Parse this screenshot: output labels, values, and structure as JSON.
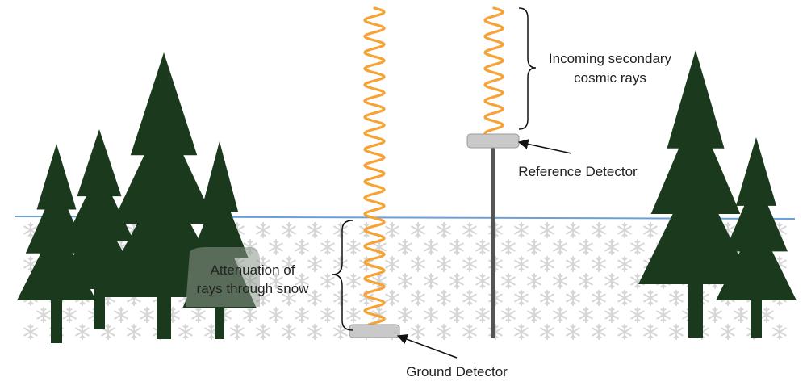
{
  "labels": {
    "incoming_line1": "Incoming secondary",
    "incoming_line2": "cosmic rays",
    "reference_detector": "Reference Detector",
    "attenuation_line1": "Attenuation of",
    "attenuation_line2": "rays through snow",
    "ground_detector": "Ground Detector"
  },
  "colors": {
    "tree": "#1b3a1d",
    "ray": "#f7a234",
    "snow_surface": "#6aa0d6",
    "snowflake": "#d6d6d6",
    "detector": "#c9c9c9",
    "pole": "#555555"
  },
  "icons": [
    "pine-tree-icon",
    "snowflake-icon",
    "cosmic-ray-wave-icon",
    "detector-icon"
  ]
}
